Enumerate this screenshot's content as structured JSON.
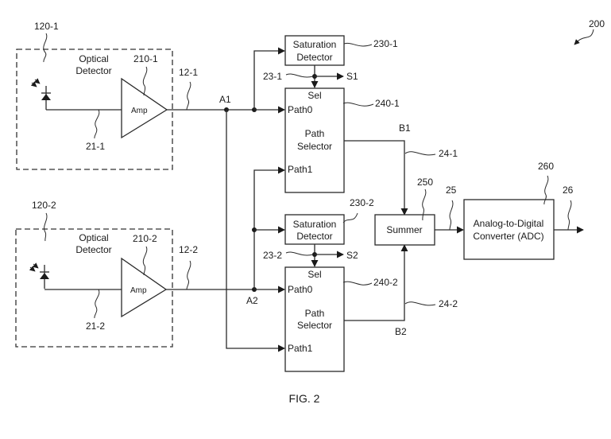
{
  "figure": {
    "caption": "FIG. 2",
    "reference": "200"
  },
  "channels": [
    {
      "detector_ref": "120-1",
      "detector_label_line1": "Optical",
      "detector_label_line2": "Detector",
      "amp_ref": "210-1",
      "amp_label": "Amp",
      "photo_signal_ref": "21-1",
      "amp_output_ref": "12-1",
      "node_label": "A1",
      "sat_ref": "230-1",
      "sat_label_line1": "Saturation",
      "sat_label_line2": "Detector",
      "sel_signal_ref": "23-1",
      "sel_output_label": "S1",
      "selector_ref": "240-1",
      "selector_sel": "Sel",
      "selector_path0": "Path0",
      "selector_path1": "Path1",
      "selector_label_line1": "Path",
      "selector_label_line2": "Selector",
      "output_node": "B1",
      "output_ref": "24-1"
    },
    {
      "detector_ref": "120-2",
      "detector_label_line1": "Optical",
      "detector_label_line2": "Detector",
      "amp_ref": "210-2",
      "amp_label": "Amp",
      "photo_signal_ref": "21-2",
      "amp_output_ref": "12-2",
      "node_label": "A2",
      "sat_ref": "230-2",
      "sat_label_line1": "Saturation",
      "sat_label_line2": "Detector",
      "sel_signal_ref": "23-2",
      "sel_output_label": "S2",
      "selector_ref": "240-2",
      "selector_sel": "Sel",
      "selector_path0": "Path0",
      "selector_path1": "Path1",
      "selector_label_line1": "Path",
      "selector_label_line2": "Selector",
      "output_node": "B2",
      "output_ref": "24-2"
    }
  ],
  "summer": {
    "ref": "250",
    "label": "Summer",
    "output_ref": "25"
  },
  "adc": {
    "ref": "260",
    "label_line1": "Analog-to-Digital",
    "label_line2": "Converter (ADC)",
    "output_ref": "26"
  }
}
